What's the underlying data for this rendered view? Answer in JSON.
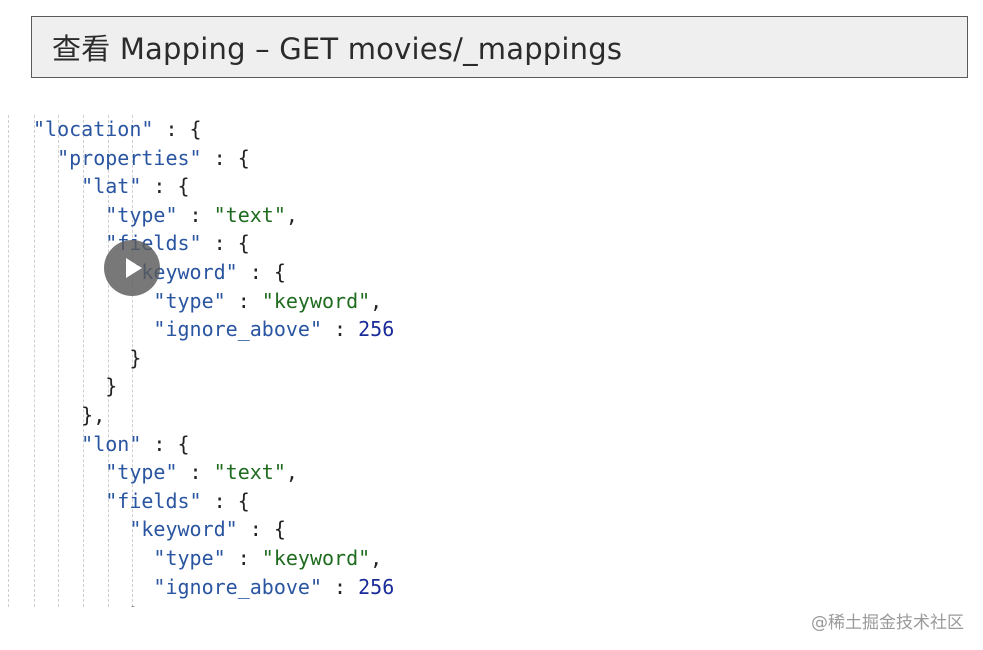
{
  "slide": {
    "title": "查看 Mapping – GET movies/_mappings"
  },
  "code_lines": [
    [
      {
        "t": "\"location\"",
        "c": "k"
      },
      {
        "t": " : {",
        "c": "p"
      }
    ],
    [
      {
        "t": "  \"properties\"",
        "c": "k"
      },
      {
        "t": " : {",
        "c": "p"
      }
    ],
    [
      {
        "t": "    \"lat\"",
        "c": "k"
      },
      {
        "t": " : {",
        "c": "p"
      }
    ],
    [
      {
        "t": "      \"type\"",
        "c": "k"
      },
      {
        "t": " : ",
        "c": "p"
      },
      {
        "t": "\"text\"",
        "c": "s"
      },
      {
        "t": ",",
        "c": "p"
      }
    ],
    [
      {
        "t": "      \"fields\"",
        "c": "k"
      },
      {
        "t": " : {",
        "c": "p"
      }
    ],
    [
      {
        "t": "        \"keyword\"",
        "c": "k"
      },
      {
        "t": " : {",
        "c": "p"
      }
    ],
    [
      {
        "t": "          \"type\"",
        "c": "k"
      },
      {
        "t": " : ",
        "c": "p"
      },
      {
        "t": "\"keyword\"",
        "c": "s"
      },
      {
        "t": ",",
        "c": "p"
      }
    ],
    [
      {
        "t": "          \"ignore_above\"",
        "c": "k"
      },
      {
        "t": " : ",
        "c": "p"
      },
      {
        "t": "256",
        "c": "n"
      }
    ],
    [
      {
        "t": "        }",
        "c": "p"
      }
    ],
    [
      {
        "t": "      }",
        "c": "p"
      }
    ],
    [
      {
        "t": "    },",
        "c": "p"
      }
    ],
    [
      {
        "t": "    \"lon\"",
        "c": "k"
      },
      {
        "t": " : {",
        "c": "p"
      }
    ],
    [
      {
        "t": "      \"type\"",
        "c": "k"
      },
      {
        "t": " : ",
        "c": "p"
      },
      {
        "t": "\"text\"",
        "c": "s"
      },
      {
        "t": ",",
        "c": "p"
      }
    ],
    [
      {
        "t": "      \"fields\"",
        "c": "k"
      },
      {
        "t": " : {",
        "c": "p"
      }
    ],
    [
      {
        "t": "        \"keyword\"",
        "c": "k"
      },
      {
        "t": " : {",
        "c": "p"
      }
    ],
    [
      {
        "t": "          \"type\"",
        "c": "k"
      },
      {
        "t": " : ",
        "c": "p"
      },
      {
        "t": "\"keyword\"",
        "c": "s"
      },
      {
        "t": ",",
        "c": "p"
      }
    ],
    [
      {
        "t": "          \"ignore_above\"",
        "c": "k"
      },
      {
        "t": " : ",
        "c": "p"
      },
      {
        "t": "256",
        "c": "n"
      }
    ],
    [
      {
        "t": "        }",
        "c": "p"
      }
    ]
  ],
  "player": {
    "icon": "play-icon"
  },
  "watermark": {
    "text": "@稀土掘金技术社区"
  },
  "colors": {
    "key": "#2a55a0",
    "string": "#1f6b1f",
    "number": "#1a2b9a",
    "punctuation": "#222222"
  }
}
